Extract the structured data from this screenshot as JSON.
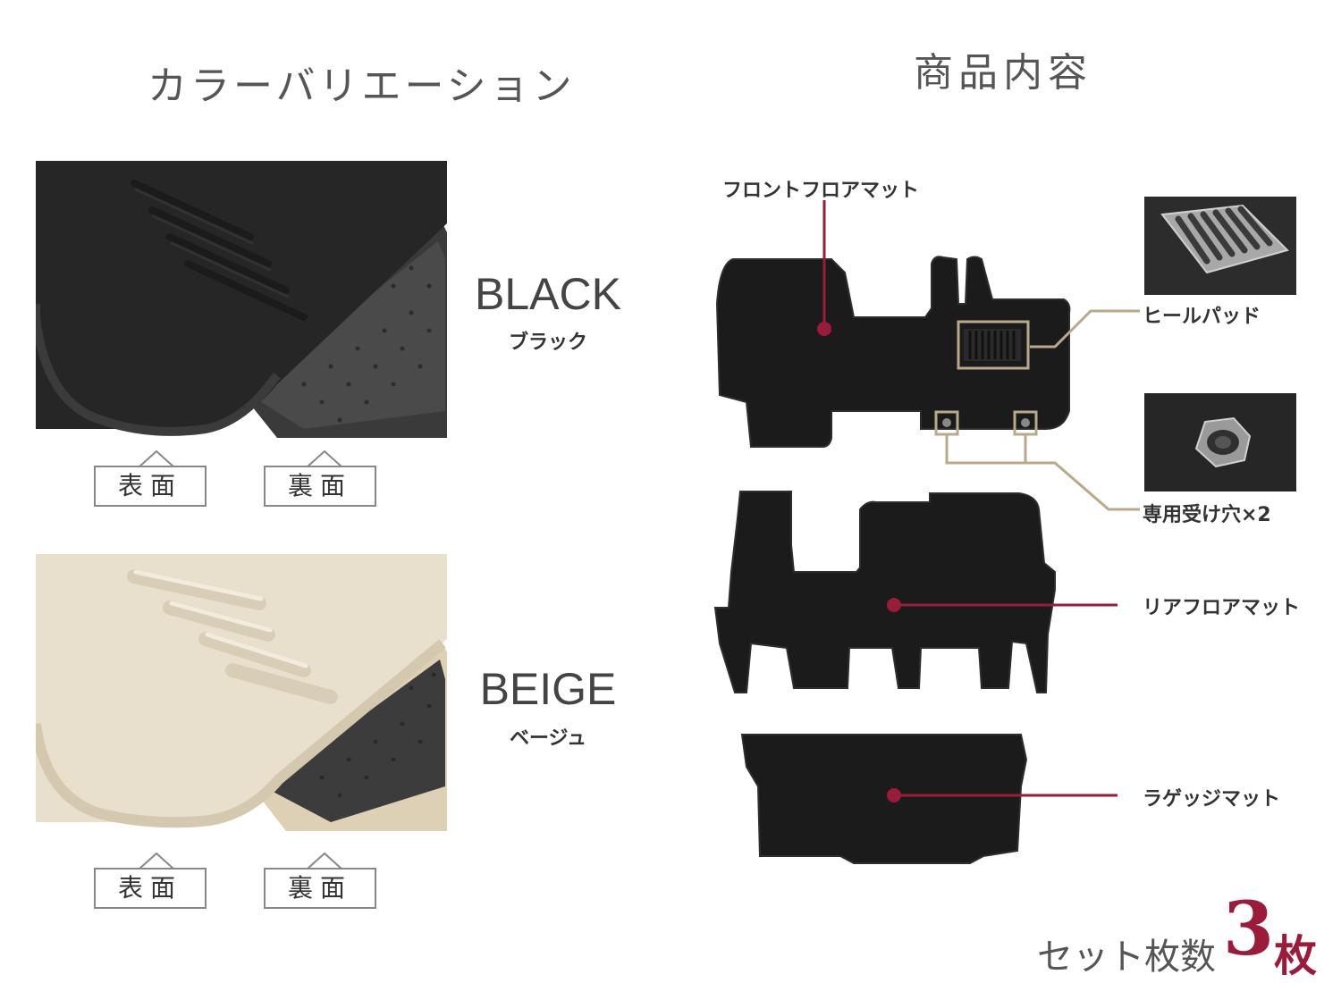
{
  "left": {
    "heading": "カラーバリエーション",
    "variants": [
      {
        "name_en": "BLACK",
        "name_jp": "ブラック",
        "front_label": "表面",
        "back_label": "裏面",
        "color": "#2a2a2a"
      },
      {
        "name_en": "BEIGE",
        "name_jp": "ベージュ",
        "front_label": "表面",
        "back_label": "裏面",
        "color": "#e6dcc8"
      }
    ]
  },
  "right": {
    "heading": "商品内容",
    "parts": {
      "front_floor": "フロントフロアマット",
      "heel_pad": "ヒールパッド",
      "holes": "専用受け穴×2",
      "rear_floor": "リアフロアマット",
      "luggage": "ラゲッジマット"
    },
    "set_count": {
      "text": "セット枚数",
      "number": "3",
      "unit": "枚"
    }
  },
  "colors": {
    "accent": "#9b1b3a",
    "callout": "#b8a98a",
    "mat": "#1b1b1b"
  }
}
